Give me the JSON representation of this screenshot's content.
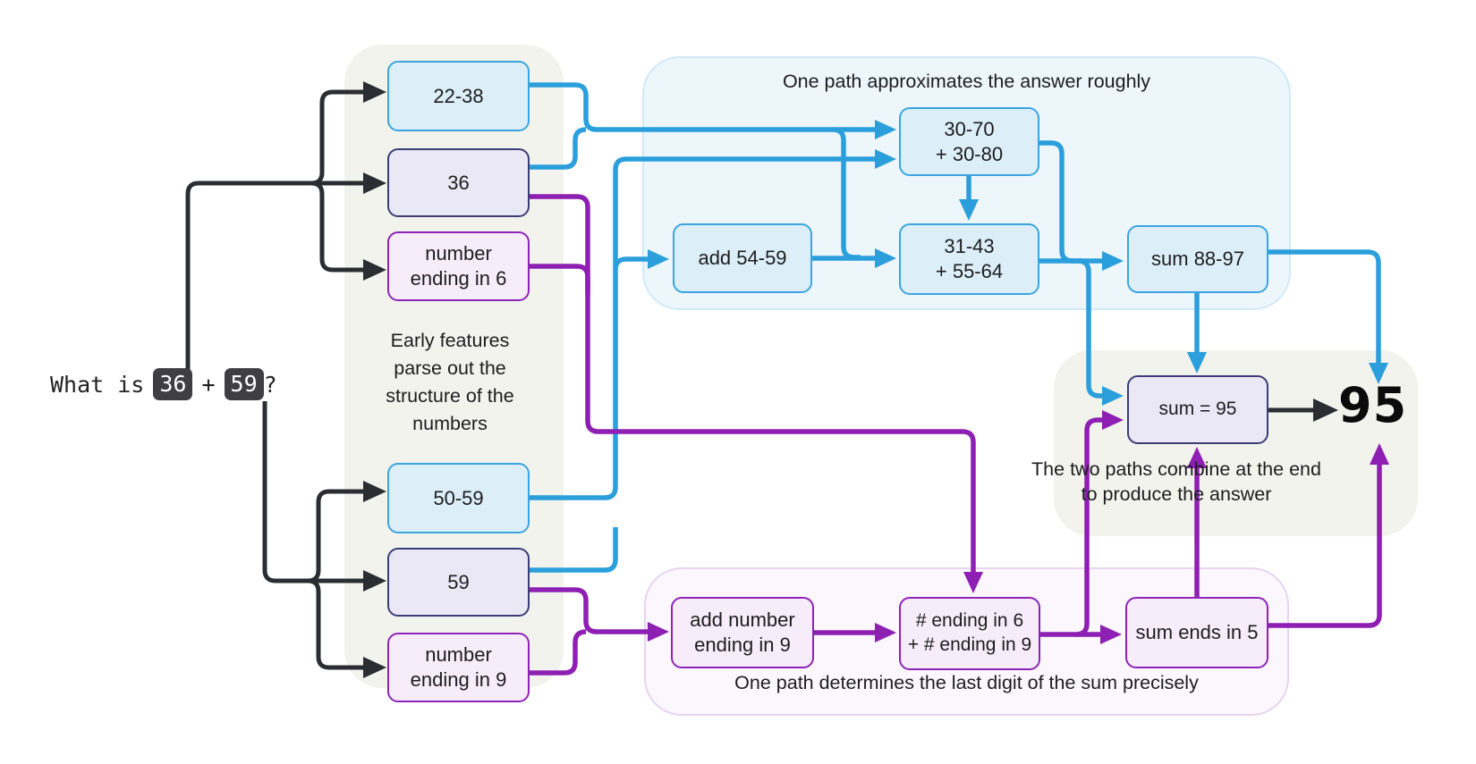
{
  "colors": {
    "blue": "#2b9fdc",
    "purple": "#8e1fb3",
    "black_arrow": "#2a2d31",
    "blue_box_bg": "#dceef8",
    "blue_box_border": "#3aa5df",
    "blue_panel_bg": "#edf6fb",
    "purple_box_bg": "#f7ecf9",
    "purple_box_border": "#8d24b8",
    "purple_panel_bg": "#fbf7fd",
    "navy_border": "#3c3c78",
    "lavender_bg": "#e9e8f4",
    "beige_panel": "#f3f3ed",
    "token_bg": "#3f3f42"
  },
  "question": {
    "prefix": "What is",
    "operand1": "36",
    "operator": "+",
    "operand2": "59",
    "suffix": "?"
  },
  "left_panel": {
    "note": "Early features\nparse out the\nstructure of the\nnumbers",
    "boxes": [
      {
        "label": "22-38"
      },
      {
        "label": "36"
      },
      {
        "label": "number\nending in 6"
      },
      {
        "label": "50-59"
      },
      {
        "label": "59"
      },
      {
        "label": "number\nending in 9"
      }
    ]
  },
  "approx_path": {
    "title": "One path approximates the answer roughly",
    "boxes": [
      {
        "label": "30-70\n+ 30-80"
      },
      {
        "label": "add 54-59"
      },
      {
        "label": "31-43\n+ 55-64"
      },
      {
        "label": "sum 88-97"
      }
    ]
  },
  "precise_path": {
    "caption": "One path determines the last digit of the sum precisely",
    "boxes": [
      {
        "label": "add number\nending in 9"
      },
      {
        "label": "# ending in 6\n+ # ending in 9"
      },
      {
        "label": "sum ends in 5"
      }
    ]
  },
  "combine": {
    "caption": "The two paths combine at the end\nto produce the answer",
    "sum_label": "sum = 95",
    "answer": "95"
  }
}
